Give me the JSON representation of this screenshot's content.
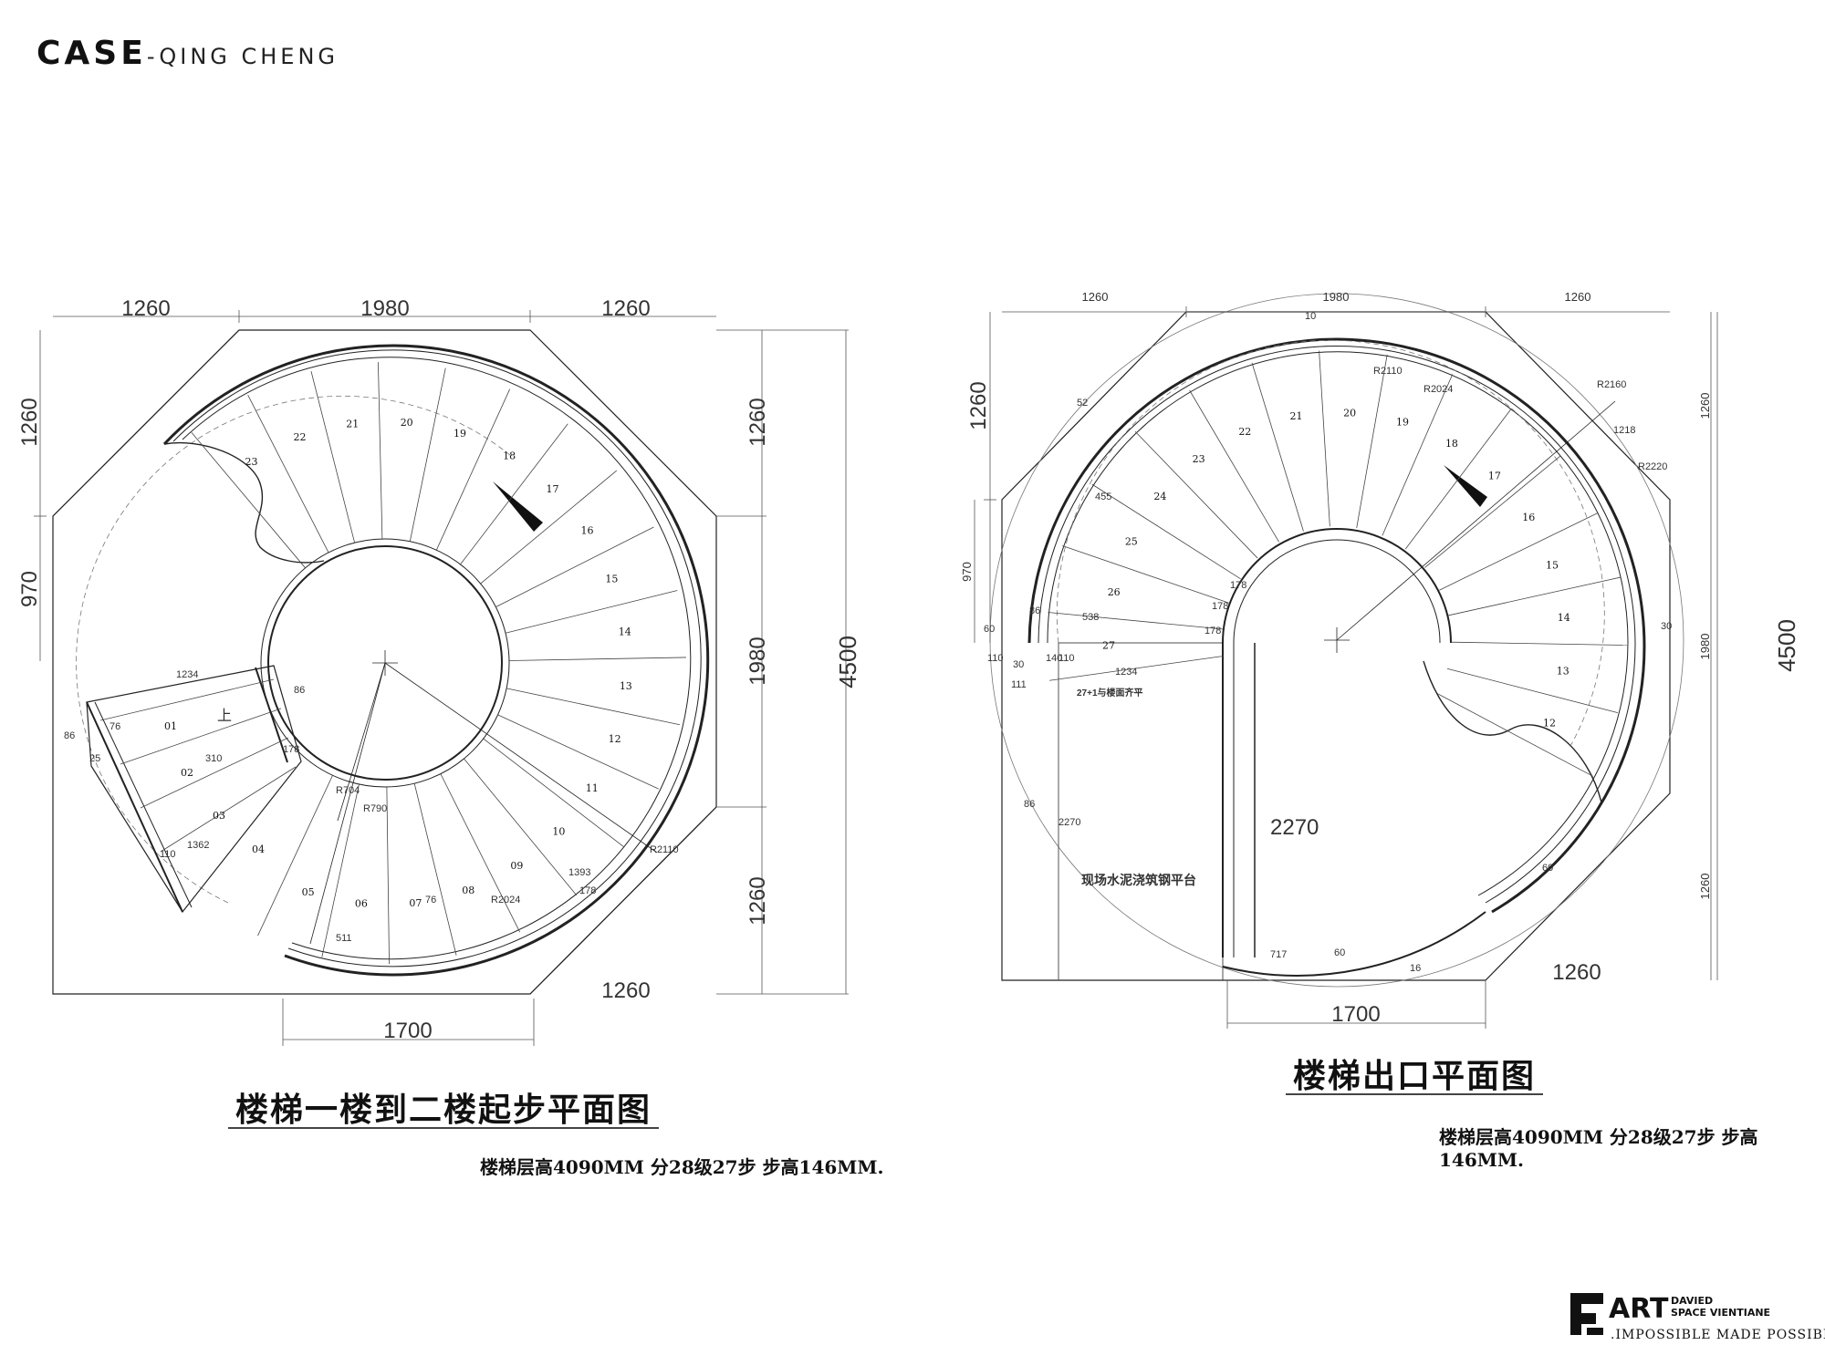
{
  "header": {
    "case": "CASE",
    "project": "-QING CHENG"
  },
  "left_plan": {
    "caption": "楼梯一楼到二楼起步平面图",
    "note": "楼梯层高4090MM 分28级27步 步高146MM.",
    "top_dims": [
      "1260",
      "1980",
      "1260"
    ],
    "left_dims": [
      "1260",
      "970"
    ],
    "right_dims": [
      "1260",
      "1980",
      "1260"
    ],
    "overall": "4500",
    "bottom_dims": [
      "1700",
      "1260"
    ],
    "steps": [
      "01",
      "02",
      "03",
      "04",
      "05",
      "06",
      "07",
      "08",
      "09",
      "10",
      "11",
      "12",
      "13",
      "14",
      "15",
      "16",
      "17",
      "18",
      "19",
      "20",
      "21",
      "22",
      "23"
    ],
    "labels": [
      "1234",
      "86",
      "76",
      "25",
      "86",
      "110",
      "1362",
      "310",
      "178",
      "R704",
      "R790",
      "511",
      "76",
      "R2024",
      "1393",
      "178",
      "R2110",
      "上"
    ]
  },
  "right_plan": {
    "caption": "楼梯出口平面图",
    "note": "楼梯层高4090MM 分28级27步 步高146MM.",
    "top_dims": [
      "1260",
      "1980",
      "1260"
    ],
    "left_dims": [
      "1260",
      "970"
    ],
    "right_dims": [
      "1260",
      "1980",
      "1260"
    ],
    "overall": "4500",
    "bottom_dims": [
      "1700",
      "1260"
    ],
    "steps": [
      "12",
      "13",
      "14",
      "15",
      "16",
      "17",
      "18",
      "19",
      "20",
      "21",
      "22",
      "23",
      "24",
      "25",
      "26",
      "27"
    ],
    "labels": [
      "R2110",
      "R2024",
      "R2160",
      "R2220",
      "1218",
      "455",
      "538",
      "60",
      "110",
      "110",
      "140",
      "30",
      "111",
      "86",
      "86",
      "1234",
      "2270",
      "2270",
      "717",
      "60",
      "60",
      "16",
      "30",
      "10",
      "52",
      "178",
      "178",
      "178",
      "27+1与楼面齐平",
      "现场水泥浇筑钢平台"
    ]
  },
  "logo": {
    "mark": "ART",
    "line1": "DAVIED",
    "line2": "SPACE VIENTIANE",
    "tagline": ".IMPOSSIBLE MADE POSSIBLE."
  },
  "colors": {
    "line": "#222222",
    "thin": "#666666",
    "bg": "#ffffff"
  }
}
